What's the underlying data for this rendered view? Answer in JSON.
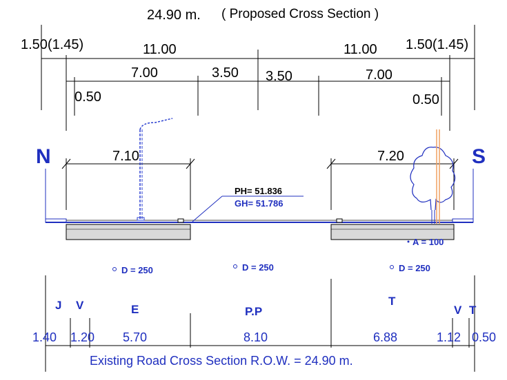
{
  "colors": {
    "ink": "#000000",
    "blue": "#1f2fbf",
    "slab_fill": "#d9d9d9",
    "lamp_blue": "#2a3fd0",
    "pole_orange": "#f0a060",
    "tree_blue": "#1f2fbf"
  },
  "header": {
    "title_width": "24.90 m.",
    "title_caption": "( Proposed Cross Section )"
  },
  "proposed": {
    "outer_left": "1.50(1.45)",
    "outer_right": "1.50(1.45)",
    "half_left": "11.00",
    "half_right": "11.00",
    "lane_left": "7.00",
    "lane_mid_left": "3.50",
    "lane_mid_right": "3.50",
    "lane_right": "7.00",
    "edge_left": "0.50",
    "edge_right": "0.50"
  },
  "compass": {
    "north": "N",
    "south": "S"
  },
  "section": {
    "width_left": "7.10",
    "width_right": "7.20",
    "ph_label": "PH= 51.836",
    "gh_label": "GH= 51.786",
    "a_label": "A = 100"
  },
  "pipes": {
    "left": "D = 250",
    "middle": "D = 250",
    "right": "D = 250"
  },
  "zones": {
    "j": "J",
    "v_left": "V",
    "e": "E",
    "pp": "P.P",
    "t_mid": "T",
    "v_right": "V",
    "t_right": "T"
  },
  "existing": {
    "d1": "1.40",
    "d2": "1.20",
    "d3": "5.70",
    "d4": "8.10",
    "d5": "6.88",
    "d6": "1.12",
    "d7": "0.50",
    "caption": "Existing Road Cross Section R.O.W. = 24.90 m."
  },
  "icons": {
    "lamp": "street-lamp-icon",
    "tree": "tree-icon",
    "pipe": "pipe-circle-icon"
  }
}
